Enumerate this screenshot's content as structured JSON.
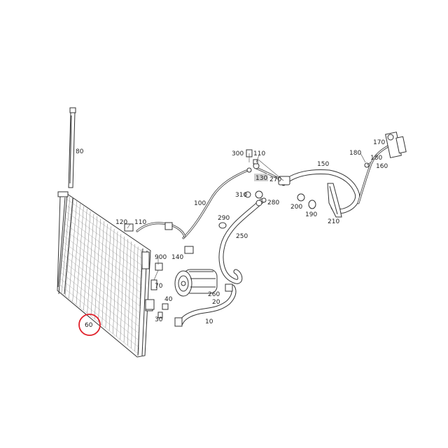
{
  "diagram": {
    "part_labels": [
      "80",
      "300",
      "110",
      "150",
      "180",
      "170",
      "180",
      "160",
      "130",
      "270",
      "310",
      "280",
      "200",
      "190",
      "210",
      "100",
      "290",
      "250",
      "120",
      "110",
      "140",
      "900",
      "70",
      "40",
      "30",
      "260",
      "20",
      "10"
    ],
    "highlighted_label": "60",
    "highlight_color": "#e0202a"
  }
}
